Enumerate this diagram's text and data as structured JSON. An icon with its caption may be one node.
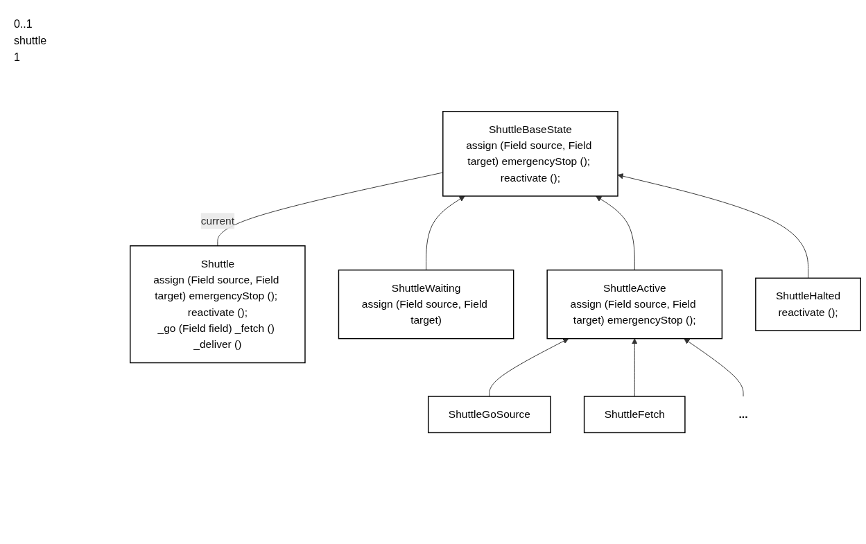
{
  "diagram": {
    "nodes": [
      {
        "text": [
          "Shuttle",
          "assign (Field source, Field target) emergencyStop (); reactivate ();",
          "_go (Field field) _fetch () _deliver ()"
        ]
      },
      {
        "text": [
          "ShuttleBaseState",
          "assign (Field source, Field target) emergencyStop (); reactivate ();"
        ]
      },
      {
        "text": [
          "ShuttleWaiting",
          "assign (Field source, Field target)"
        ]
      },
      {
        "text": [
          "ShuttleActive",
          "assign (Field source, Field target) emergencyStop ();"
        ]
      },
      {
        "text": [
          "ShuttleHalted",
          "reactivate ();"
        ]
      },
      {
        "text": [
          "ShuttleGoSource"
        ]
      },
      {
        "text": [
          "ShuttleFetch"
        ]
      },
      {
        "text": [
          "..."
        ]
      }
    ],
    "edges": [
      {
        "from": 0,
        "to": 1,
        "arrow": "none",
        "label": "current"
      },
      {
        "from": 2,
        "to": 1,
        "arrow": "to"
      },
      {
        "from": 3,
        "to": 1,
        "arrow": "to"
      },
      {
        "from": 4,
        "to": 1,
        "arrow": "to"
      },
      {
        "from": 5,
        "to": 3,
        "arrow": "to"
      },
      {
        "from": 6,
        "to": 3,
        "arrow": "to"
      },
      {
        "from": 7,
        "to": 3,
        "arrow": "to"
      }
    ],
    "labels": [
      "0..1",
      "shuttle",
      "1"
    ]
  }
}
